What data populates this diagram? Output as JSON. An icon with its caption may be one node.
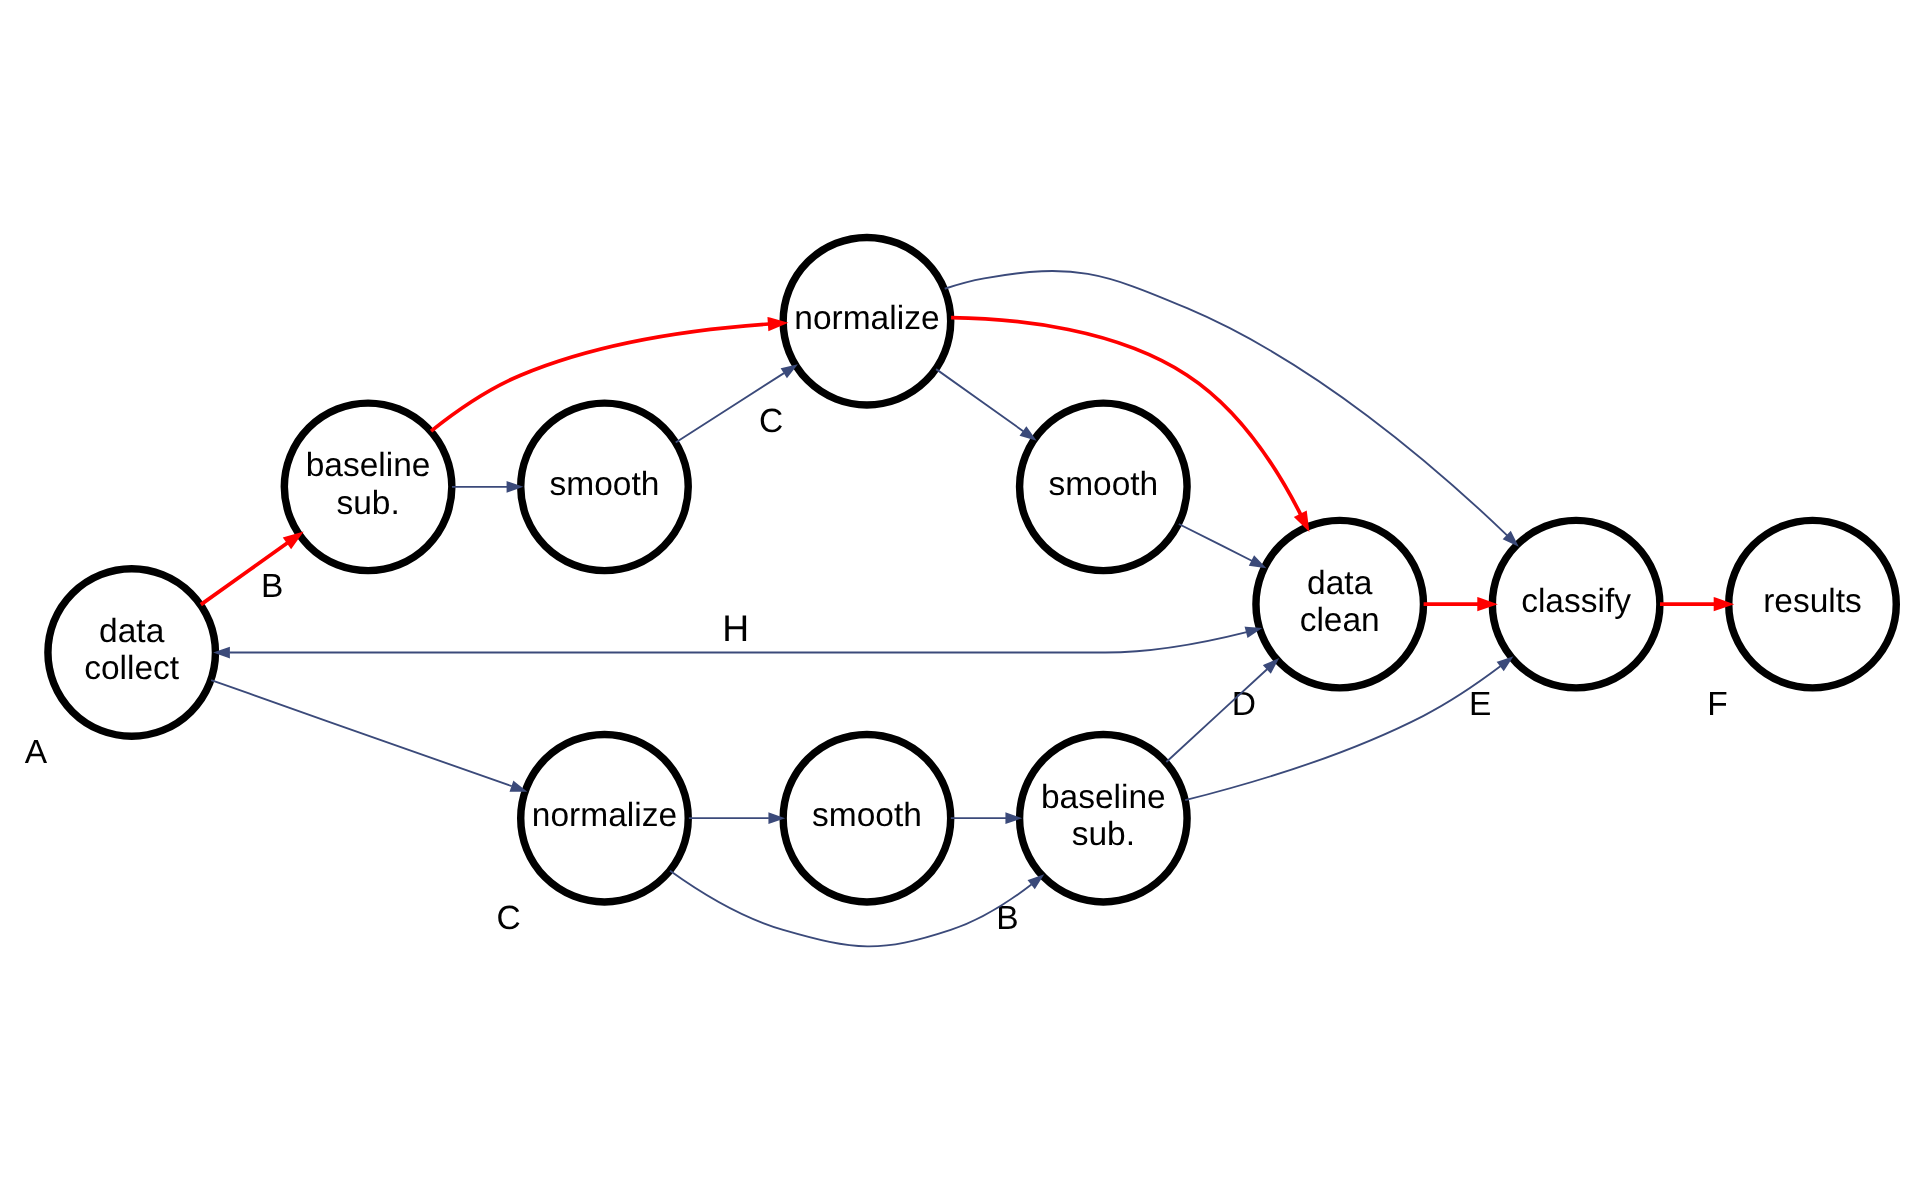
{
  "diagram": {
    "nodes": [
      {
        "text": [
          "data collect"
        ],
        "beside": [
          "A"
        ]
      },
      {
        "text": [
          "baseline sub."
        ],
        "beside": [
          "B"
        ]
      },
      {
        "text": [
          "smooth"
        ]
      },
      {
        "text": [
          "normalize"
        ],
        "beside": [
          "C"
        ]
      },
      {
        "text": [
          "smooth"
        ]
      },
      {
        "text": [
          "data clean"
        ],
        "beside": [
          "D"
        ]
      },
      {
        "text": [
          "classify"
        ],
        "beside": [
          "E"
        ]
      },
      {
        "text": [
          "results"
        ],
        "beside": [
          "F"
        ]
      },
      {
        "text": [
          "normalize"
        ],
        "beside": [
          "C"
        ]
      },
      {
        "text": [
          "baseline sub."
        ],
        "beside": [
          "B"
        ]
      },
      {
        "text": [
          "smooth"
        ]
      }
    ],
    "edges": [
      {
        "from": 0,
        "to": 1,
        "arrow": "to",
        "color": "#ff0000"
      },
      {
        "from": 1,
        "to": 2,
        "arrow": "to"
      },
      {
        "from": 2,
        "to": 3,
        "arrow": "to"
      },
      {
        "from": 1,
        "to": 3,
        "arrow": "to",
        "color": "#ff0000"
      },
      {
        "from": 3,
        "to": 4,
        "arrow": "to"
      },
      {
        "from": 4,
        "to": 5,
        "arrow": "to"
      },
      {
        "from": 3,
        "to": 6,
        "arrow": "to"
      },
      {
        "from": 3,
        "to": 5,
        "arrow": "to",
        "color": "#ff0000"
      },
      {
        "from": 0,
        "to": 5,
        "arrow": "both",
        "label": "H"
      },
      {
        "from": 5,
        "to": 6,
        "arrow": "to",
        "color": "#ff0000"
      },
      {
        "from": 6,
        "to": 7,
        "arrow": "to",
        "color": "#ff0000"
      },
      {
        "from": 0,
        "to": 8,
        "arrow": "to"
      },
      {
        "from": 8,
        "to": 10,
        "arrow": "to"
      },
      {
        "from": 10,
        "to": 9,
        "arrow": "to"
      },
      {
        "from": 8,
        "to": 9,
        "arrow": "to"
      },
      {
        "from": 9,
        "to": 5,
        "arrow": "to"
      },
      {
        "from": 9,
        "to": 6,
        "arrow": "to"
      }
    ]
  }
}
